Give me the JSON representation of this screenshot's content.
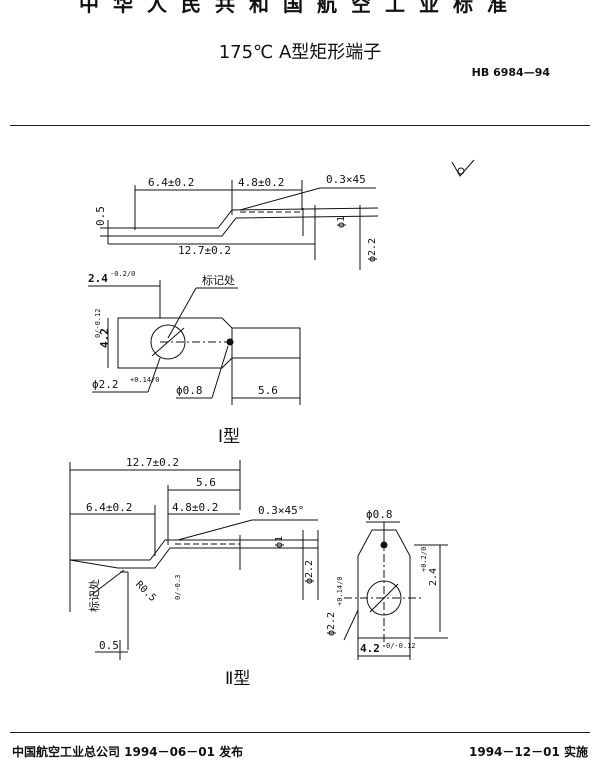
{
  "header": {
    "org_title": "中华人民共和国航空工业标准",
    "doc_title": "175℃ A型矩形端子",
    "std_code": "HB 6984—94"
  },
  "drawing_type1": {
    "dims": {
      "len_64": "6.4±0.2",
      "len_48": "4.8±0.2",
      "chamfer": "0.3×45",
      "thick": "0.5",
      "total_len": "12.7±0.2",
      "phi1": "ϕ1",
      "phi22": "ϕ2.2",
      "width_24": "2.4",
      "width_24_tol": "-0.2/0",
      "height_42": "4.2",
      "height_42_tol": "0/-0.12",
      "hole_22": "ϕ2.2",
      "hole_22_tol": "+0.14/0",
      "hole_08": "ϕ0.8",
      "len_56": "5.6"
    },
    "mark_label": "标记处",
    "type_label": "I型"
  },
  "drawing_type2": {
    "dims": {
      "total_len": "12.7±0.2",
      "len_56": "5.6",
      "len_64": "6.4±0.2",
      "len_48": "4.8±0.2",
      "chamfer": "0.3×45°",
      "phi1": "ϕ1",
      "phi22": "ϕ2.2",
      "radius": "R0.5",
      "r_tol": "0/-0.3",
      "thick": "0.5",
      "hole_08": "ϕ0.8",
      "hole_22": "ϕ2.2",
      "hole_22_tol": "+0.14/0",
      "width_24": "2.4",
      "width_24_tol": "+0.2/0",
      "height_42": "4.2",
      "height_42_tol": "0/-0.12"
    },
    "mark_label": "标记处",
    "type_label": "Ⅱ型"
  },
  "footer": {
    "issued": "中国航空工业总公司 1994－06－01 发布",
    "effective": "1994－12－01 实施"
  }
}
